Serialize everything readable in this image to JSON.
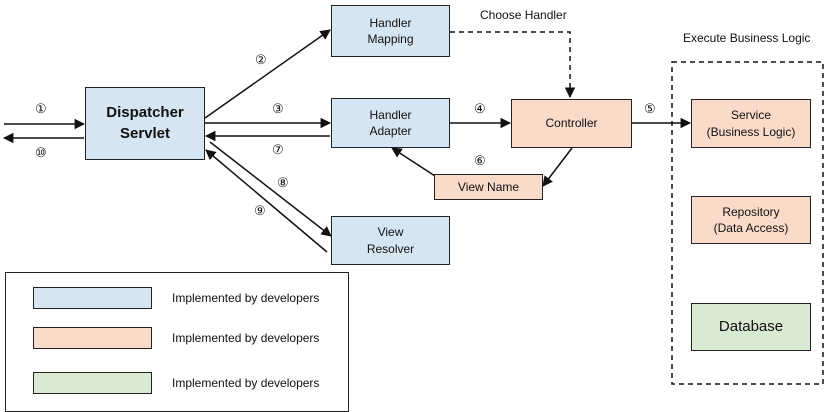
{
  "labels": {
    "choose_handler": "Choose Handler",
    "execute_business_logic": "Execute Business Logic"
  },
  "boxes": {
    "dispatcher": "Dispatcher\nServlet",
    "handler_mapping": "Handler\nMapping",
    "handler_adapter": "Handler\nAdapter",
    "view_resolver": "View\nResolver",
    "controller": "Controller",
    "view_name": "View Name",
    "service": "Service\n(Business Logic)",
    "repository": "Repository\n(Data Access)",
    "database": "Database"
  },
  "steps": [
    "①",
    "②",
    "③",
    "④",
    "⑤",
    "⑥",
    "⑦",
    "⑧",
    "⑨",
    "⑩"
  ],
  "legend": [
    {
      "color": "#d5e5f2",
      "text": "Implemented by developers"
    },
    {
      "color": "#fadbc9",
      "text": "Implemented by developers"
    },
    {
      "color": "#d9ead3",
      "text": "Implemented by developers"
    }
  ],
  "colors": {
    "framework_blue": "#d5e5f2",
    "developer_orange": "#fadbc9",
    "datastore_green": "#d9ead3",
    "line": "#111111"
  }
}
